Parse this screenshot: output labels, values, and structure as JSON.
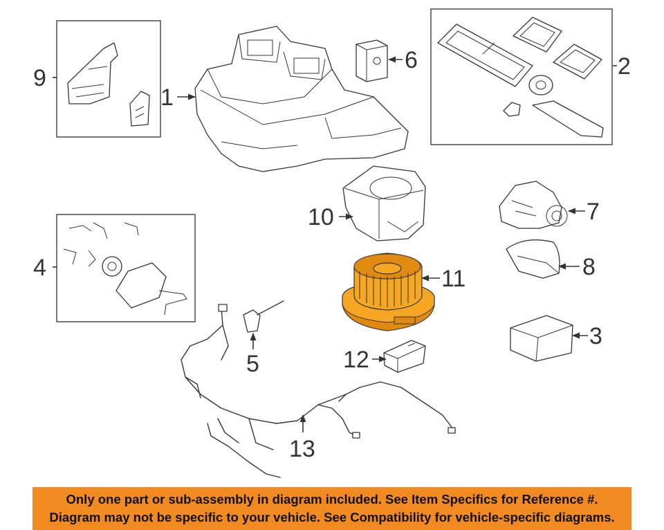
{
  "diagram": {
    "callouts": {
      "c1": "1",
      "c2": "2",
      "c3": "3",
      "c4": "4",
      "c5": "5",
      "c6": "6",
      "c7": "7",
      "c8": "8",
      "c9": "9",
      "c10": "10",
      "c11": "11",
      "c12": "12",
      "c13": "13"
    },
    "highlight_color": "#f5a623",
    "highlighted_part": "11"
  },
  "banner": {
    "line1": "Only one part or sub-assembly in diagram included. See Item Specifics for Reference #.",
    "line2": "Diagram may not be specific to your vehicle. See Compatibility for vehicle-specific diagrams.",
    "background": "#f28a22"
  }
}
